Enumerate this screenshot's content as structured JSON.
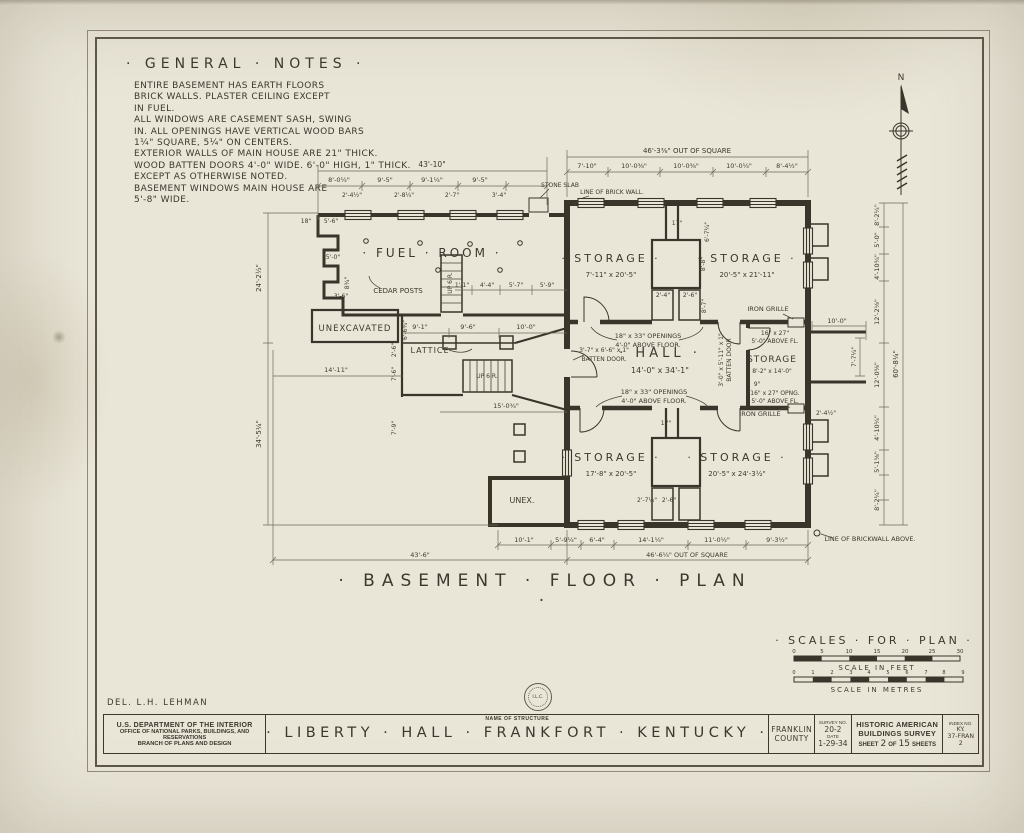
{
  "notes": {
    "title": "· GENERAL · NOTES ·",
    "lines": [
      "ENTIRE BASEMENT HAS EARTH FLOORS",
      "BRICK WALLS. PLASTER CEILING EXCEPT",
      "IN FUEL.",
      "ALL WINDOWS ARE CASEMENT SASH, SWING",
      "IN. ALL OPENINGS HAVE VERTICAL WOOD BARS",
      "1¼\" SQUARE, 5¼\" ON CENTERS.",
      "EXTERIOR WALLS OF MAIN HOUSE ARE 21\" THICK.",
      "WOOD BATTEN DOORS 4'-0\" WIDE. 6'-0\" HIGH, 1\" THICK.",
      "EXCEPT AS OTHERWISE NOTED.",
      "BASEMENT WINDOWS MAIN HOUSE ARE",
      "5'-8\" WIDE."
    ]
  },
  "plan_title": "· BASEMENT · FLOOR · PLAN ·",
  "rooms": {
    "fuel_room": "· FUEL · ROOM ·",
    "storage_nw": "· STORAGE ·",
    "storage_nw_size": "7'-11\" x 20'-5\"",
    "storage_ne": "· STORAGE ·",
    "storage_ne_size": "20'-5\" x 21'-11\"",
    "hall": "· HALL ·",
    "hall_size": "14'-0\" x 34'-1\"",
    "storage_e": "STORAGE",
    "storage_e_size": "8'-2\" x 14'-0\"",
    "storage_sw": "· STORAGE ·",
    "storage_sw_size": "17'-8\" x 20'-5\"",
    "storage_se": "· STORAGE ·",
    "storage_se_size": "20'-5\" x 24'-3½\"",
    "unexcavated": "UNEXCAVATED",
    "unex": "UNEX.",
    "lattice": "LATTICE",
    "up6r": "UP 6 R."
  },
  "ann": {
    "cedar_posts": "CEDAR POSTS",
    "stone_slab": "STONE SLAB",
    "brick_wall": "LINE OF BRICK WALL.",
    "brickwall_above": "LINE OF BRICKWALL ABOVE.",
    "iron_grille": "IRON GRILLE",
    "openings1": "18\" x 33\" OPENINGS",
    "openings2": "4'-0\" ABOVE FLOOR.",
    "batten_w1": "3'-7\" x 6'-6\" x 1\"",
    "batten_w2": "BATTEN DOOR.",
    "batten_e1": "3'-0\" x 5'-11\" x 1\"",
    "batten_e2": "BATTEN DOOR",
    "grille_top1": "16\" x 27\"",
    "grille_top2": "5'-0\" ABOVE FL.",
    "grille_bot1": "16\" x 27\" OPNG.",
    "grille_bot2": "5'-0\" ABOVE FL.",
    "north": "N"
  },
  "dims": {
    "t_4310": "43'-10\"",
    "t_8014": "8'-0¼\"",
    "t_95a": "9'-5\"",
    "t_9114": "9'-1¼\"",
    "t_95b": "9'-5\"",
    "t_2412": "2'-4½\"",
    "t_2814": "2'-8¼\"",
    "t_27": "2'-7\"",
    "t_34": "3'-4\"",
    "m_4638": "46'-3⅜\" OUT OF SQUARE",
    "m_710": "7'-10\"",
    "m_1008a": "10'-0⅜\"",
    "m_1008b": "10'-0⅜\"",
    "m_1004": "10'-0¼\"",
    "m_8412": "8'-4½\"",
    "b_101": "10'-1\"",
    "b_5914": "5'-9¼\"",
    "b_64": "6'-4\"",
    "b_14114": "14'-1¼\"",
    "b_11012": "11'-0½\"",
    "b_9312": "9'-3½\"",
    "b_436": "43'-6\"",
    "b_4664": "46'-6¼\" OUT OF SQUARE",
    "l_24212": "24'-2½\"",
    "l_34514": "34'-5¼\"",
    "l_1411": "14'-11\"",
    "l_15034": "15'-0¾\"",
    "l_18": "18\"",
    "l_56": "5'-6\"",
    "l_50": "5'-0\"",
    "l_36": "3'-6\"",
    "l_834": "8¾\"",
    "r_8214a": "8'-2¼\"",
    "r_50": "5'-0\"",
    "r_41034": "4'-10¾\"",
    "r_12218": "12'-2⅛\"",
    "r_12058": "12'-0⅝\"",
    "r_41014": "4'-10¼\"",
    "r_5158": "5'-1⅝\"",
    "r_8214b": "8'-2¼\"",
    "r_60814": "60'-8¼\"",
    "p_100": "10'-0\"",
    "p_7714": "7'-7¼\"",
    "p_2412": "2'-4½\"",
    "i_91": "9'-1\"",
    "i_96": "9'-6\"",
    "i_100": "10'-0\"",
    "i_11": "1'-1\"",
    "i_44": "4'-4\"",
    "i_57": "5'-7\"",
    "i_59": "5'-9\"",
    "c_17": "17\"",
    "c_6714": "6'-7¼\"",
    "c_88": "8'-8\"",
    "c_24": "2'-4\"",
    "c_26": "2'-6\"",
    "c_87": "8'-7\"",
    "cb_17": "17\"",
    "cb_2714": "2'-7¼\"",
    "cb_26": "2'-6\"",
    "e_9": "9\"",
    "lo_26": "2'-6\"",
    "lo_76": "7'-6\"",
    "lo_79": "7'-9\"",
    "lo_6634": "6'-6¾\""
  },
  "scales": {
    "title": "· SCALES · FOR · PLAN ·",
    "feet": [
      "0",
      "5",
      "10",
      "15",
      "20",
      "25",
      "30"
    ],
    "feet_label": "SCALE IN FEET",
    "metres": [
      "0",
      "1",
      "2",
      "3",
      "4",
      "5",
      "6",
      "7",
      "8",
      "9"
    ],
    "metres_label": "SCALE IN METRES"
  },
  "titleblock": {
    "delineator": "DEL. L.H. LEHMAN",
    "agency1": "U.S. DEPARTMENT OF THE INTERIOR",
    "agency2": "OFFICE OF NATIONAL PARKS, BUILDINGS, AND RESERVATIONS",
    "agency3": "BRANCH OF PLANS AND DESIGN",
    "name_label": "NAME OF STRUCTURE",
    "structure": "· LIBERTY · HALL · FRANKFORT · KENTUCKY ·",
    "county1": "FRANKLIN",
    "county2": "COUNTY",
    "survey_label": "SURVEY NO.",
    "survey_no": "20-2",
    "date_label": "DATE",
    "date": "1-29-34",
    "habs1": "HISTORIC AMERICAN",
    "habs2": "BUILDINGS SURVEY",
    "sheet_word": "SHEET",
    "sheet_no": "2",
    "of_word": "OF",
    "sheet_total": "15",
    "sheets_word": "SHEETS",
    "index_label": "INDEX NO.",
    "index1": "KY.",
    "index2": "37-FRAN",
    "index3": "2",
    "stamp": "I.L.C."
  }
}
